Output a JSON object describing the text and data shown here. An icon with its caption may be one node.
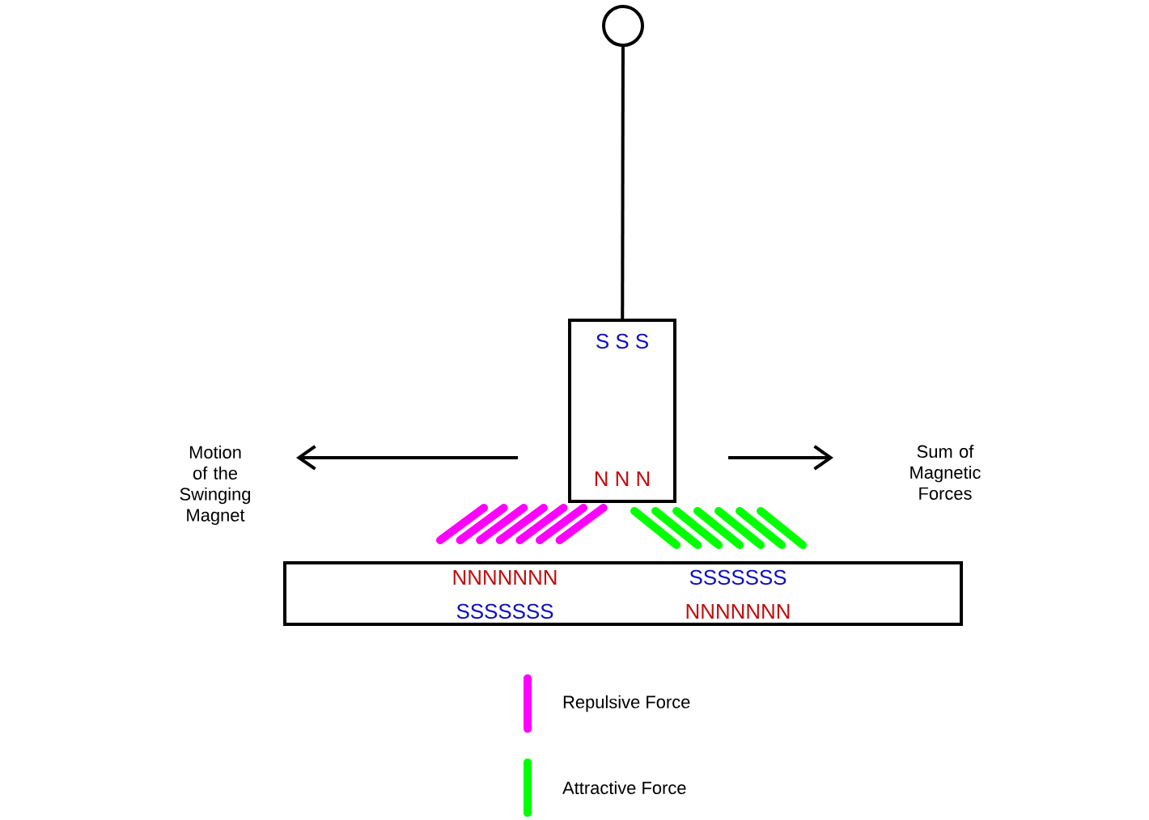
{
  "diagram": {
    "nodes": [
      {
        "text": [],
        "shape": "circle"
      },
      {
        "text": [
          "S S S",
          "N N N"
        ]
      },
      {
        "text": [
          "NNNNNNN",
          "SSSSSSS",
          "SSSSSSS",
          "NNNNNNN"
        ]
      }
    ],
    "edges": [
      {
        "from": 0,
        "to": 1,
        "arrow": "none"
      }
    ],
    "labels": [
      "Motion of the Swinging Magnet",
      "Sum of Magnetic Forces"
    ],
    "legend": [
      {
        "text": "Repulsive Force",
        "color": "#ff00ff"
      },
      {
        "text": "Attractive Force",
        "color": "#00ff00"
      }
    ]
  }
}
